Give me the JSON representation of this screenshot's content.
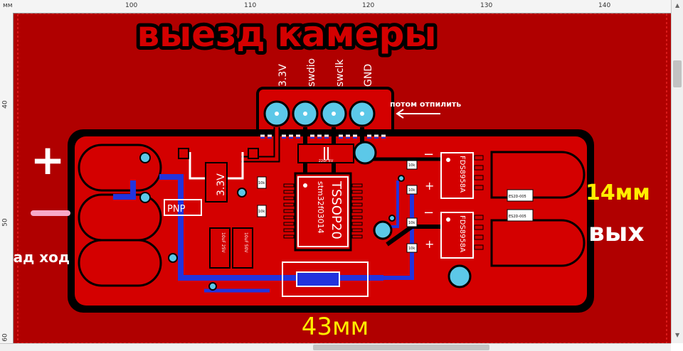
{
  "ruler": {
    "unit": "мм",
    "top_ticks": [
      "100",
      "110",
      "120",
      "130",
      "140"
    ],
    "left_ticks": [
      "40",
      "50",
      "60"
    ]
  },
  "board": {
    "title": "выезд камеры",
    "pin_labels": [
      "3.3V",
      "swdio",
      "swclk",
      "GND"
    ],
    "note": "потом отпилить",
    "plus": "+",
    "width_label": "43мм",
    "height_label": "14мм",
    "output_label": "вых",
    "input_label": "зад ход",
    "pnp_label": "PNP",
    "reg_label": "3.3V",
    "chip_label": "TSSOP20",
    "chip_part": "stm32f03014",
    "cap_label": "22uF 6V",
    "mosfet_label": "FDS8958A",
    "cap1_label": "10uF 25V",
    "cap2_label": "10uF 50V",
    "res_labels": [
      "10k",
      "10k",
      "10k",
      "10k",
      "10k",
      "10k"
    ],
    "diode_labels": [
      "ES2D-005",
      "ES2D-005"
    ],
    "minus": "−",
    "small_plus": "+",
    "colors": {
      "copper": "#d40000",
      "background": "#b00000",
      "outline": "#000000",
      "via": "#5cc8e8",
      "trace_blue": "#2233dd",
      "label_yellow": "#ffee00",
      "silk": "#ffffff",
      "pink": "#f7a8c8"
    }
  }
}
